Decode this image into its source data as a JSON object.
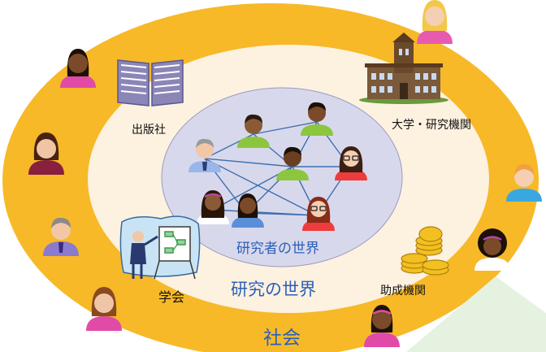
{
  "labels": {
    "society": "社会",
    "research_world": "研究の世界",
    "researchers_world": "研究者の世界",
    "publisher": "出版社",
    "university": "大学・研究機関",
    "academic_society": "学会",
    "funding_agency": "助成機関"
  },
  "colors": {
    "society_ring": "#f7b928",
    "research_ring": "#fdf1e0",
    "researcher_core": "#d8d8ec",
    "network_line": "#3d6fb0",
    "label_blue": "#2b5fb8",
    "callout": "#e4f2df"
  },
  "people": {
    "society": [
      "woman-top",
      "woman-left-1",
      "woman-left-2",
      "man-left",
      "man-right",
      "woman-right",
      "woman-bottom-left",
      "woman-bottom"
    ],
    "researchers": [
      "researcher-1",
      "researcher-2",
      "researcher-3",
      "researcher-4",
      "researcher-5",
      "researcher-6",
      "researcher-7",
      "researcher-8"
    ]
  },
  "icons": [
    "book-icon",
    "university-building-icon",
    "presentation-icon",
    "coins-icon"
  ]
}
